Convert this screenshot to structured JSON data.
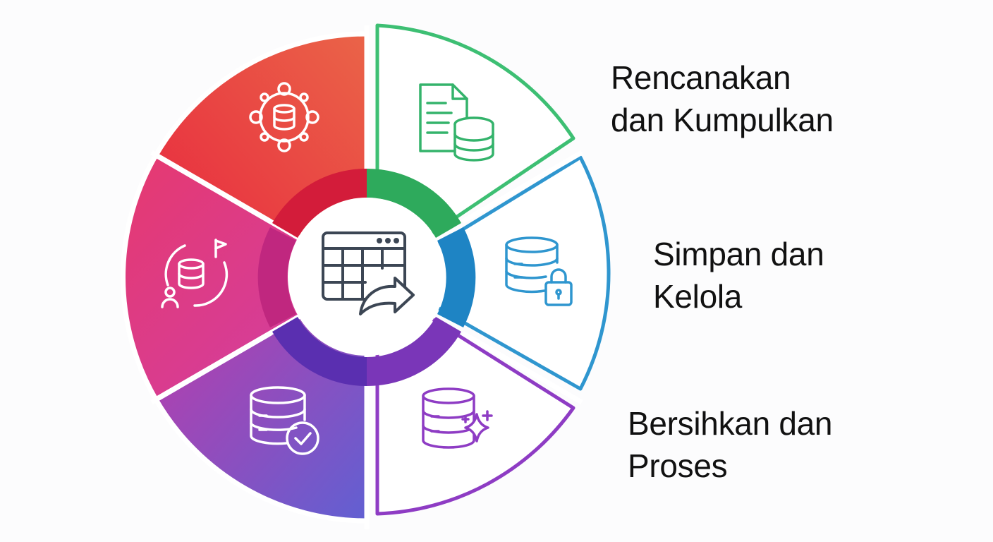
{
  "diagram": {
    "center_icon": "table-export-icon",
    "segments": [
      {
        "id": "plan",
        "icon": "gear-database-icon",
        "style": "filled",
        "color_start": "#ef3b43",
        "color_end": "#e8664a"
      },
      {
        "id": "collect",
        "icon": "document-database-icon",
        "style": "outlined",
        "color": "#3cbf73"
      },
      {
        "id": "store",
        "icon": "database-lock-icon",
        "style": "outlined",
        "color": "#2f96cf"
      },
      {
        "id": "process",
        "icon": "database-sparkle-icon",
        "style": "outlined",
        "color": "#8e3cc4"
      },
      {
        "id": "verify",
        "icon": "database-check-icon",
        "style": "filled",
        "color_start": "#b03bb4",
        "color_end": "#6a5ad1"
      },
      {
        "id": "manage",
        "icon": "database-cycle-icon",
        "style": "filled",
        "color_start": "#e3407a",
        "color_end": "#d13fa0"
      }
    ]
  },
  "labels": {
    "rencanakan": {
      "line1": "Rencanakan",
      "line2": "dan Kumpulkan"
    },
    "simpan": {
      "line1": "Simpan dan",
      "line2": "Kelola"
    },
    "bersihkan": {
      "line1": "Bersihkan dan",
      "line2": "Proses"
    }
  }
}
